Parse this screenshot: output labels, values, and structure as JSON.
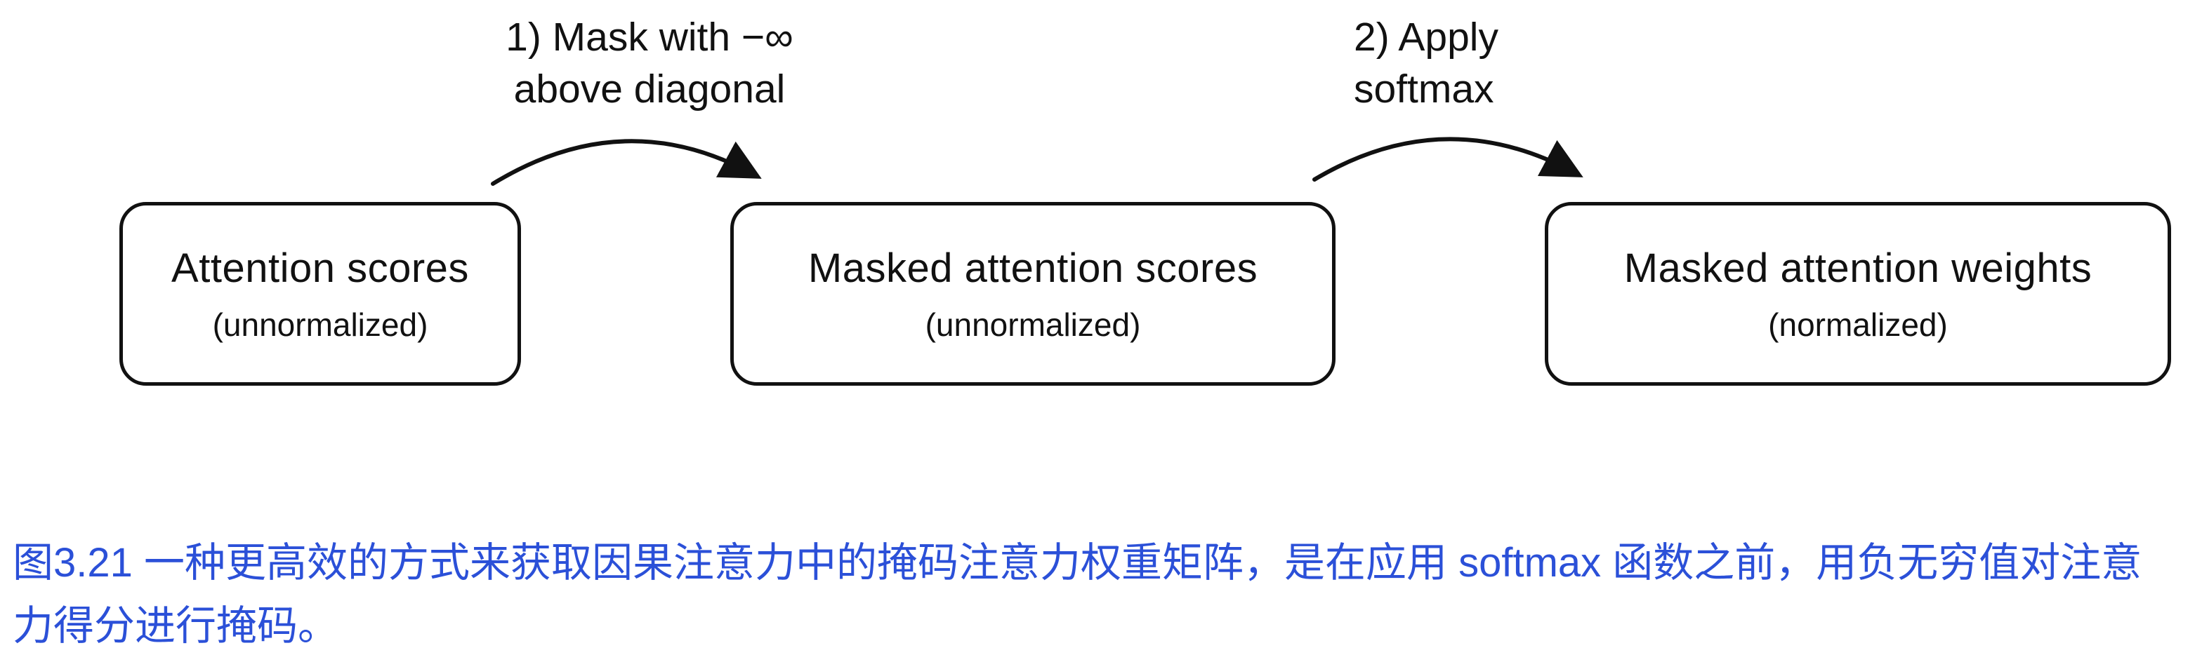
{
  "diagram": {
    "boxes": [
      {
        "title": "Attention scores",
        "subtitle": "(unnormalized)"
      },
      {
        "title": "Masked attention scores",
        "subtitle": "(unnormalized)"
      },
      {
        "title": "Masked attention weights",
        "subtitle": "(normalized)"
      }
    ],
    "arrows": [
      {
        "label_line1": "1) Mask with −∞",
        "label_line2": "above diagonal"
      },
      {
        "label_line1": "2) Apply",
        "label_line2": "softmax"
      }
    ],
    "colors": {
      "caption": "#2b50d8",
      "stroke": "#111111"
    }
  },
  "caption": {
    "text": "图3.21 一种更高效的方式来获取因果注意力中的掩码注意力权重矩阵，是在应用 softmax 函数之前，用负无穷值对注意力得分进行掩码。"
  }
}
